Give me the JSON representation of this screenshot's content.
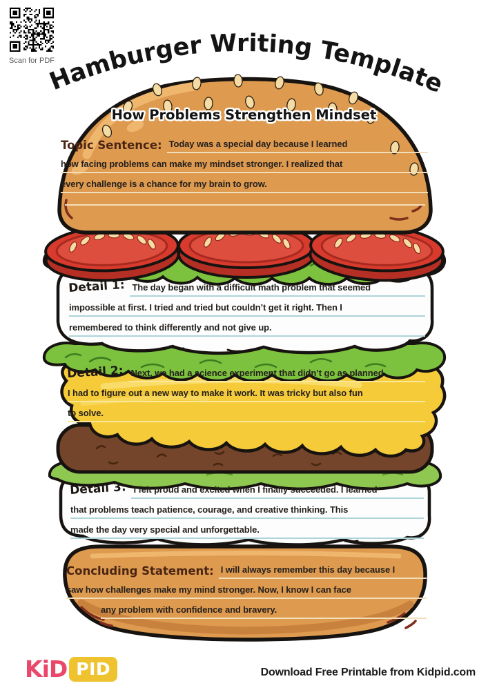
{
  "qr": {
    "caption": "Scan for PDF"
  },
  "page_title": "Hamburger Writing Template",
  "burger": {
    "essay_title": "How Problems Strengthen Mindset",
    "sections": [
      {
        "id": "topic",
        "label": "Topic Sentence:",
        "lines": [
          "Today was a special day because I learned",
          "how facing problems can make my mindset stronger. I realized that",
          "every challenge is a chance for my brain to grow."
        ]
      },
      {
        "id": "detail1",
        "label": "Detail 1:",
        "lines": [
          "The day began with a difficult math problem that seemed",
          "impossible at first. I tried and tried but couldn’t get it right. Then I",
          "remembered to think differently and not give up."
        ]
      },
      {
        "id": "detail2",
        "label": "Detail 2:",
        "lines": [
          "Next, we had a science experiment that didn’t go as planned.",
          "I had to figure out a new way to make it work. It was tricky but also fun",
          "to solve."
        ]
      },
      {
        "id": "detail3",
        "label": "Detail 3:",
        "lines": [
          "I felt proud and excited when I finally succeeded. I learned",
          "that problems teach patience, courage, and creative thinking. This",
          "made the day very special and unforgettable."
        ]
      },
      {
        "id": "concluding",
        "label": "Concluding Statement:",
        "lines": [
          "I will always remember this day because I",
          "saw how challenges make my mind stronger. Now, I know I can face",
          "any problem with confidence and bravery."
        ]
      }
    ]
  },
  "footer": {
    "logo_kid": "KiD",
    "logo_pid": "PID",
    "note": "Download Free Printable from Kidpid.com"
  },
  "colors": {
    "bun": "#DE9A4F",
    "bun_highlight": "#EFB66E",
    "bun_shade": "#C9823E",
    "outline": "#171310",
    "tomato": "#D83B2D",
    "tomato_dark": "#B52F24",
    "tomato_inner": "#DF5243",
    "seed": "#F4DCA4",
    "lettuce": "#7CC23E",
    "lettuce_dark": "#3F7A1F",
    "pickle": "#8FC850",
    "pickle_dark": "#57992C",
    "cheese": "#F6CB3A",
    "cheese_highlight": "#FADE6F",
    "patty": "#74452A",
    "patty_dark": "#46250F",
    "panel": "#FDFDFD",
    "rule_teal": "#AED4DA",
    "rule_cream": "#F2DFB9",
    "rule_cheese": "#FBE89A",
    "label_brown": "#4A2513",
    "ink": "#24201D",
    "logo_pink": "#E9486B",
    "logo_gold": "#EFC32F",
    "footer_text": "#1D1B1A"
  }
}
